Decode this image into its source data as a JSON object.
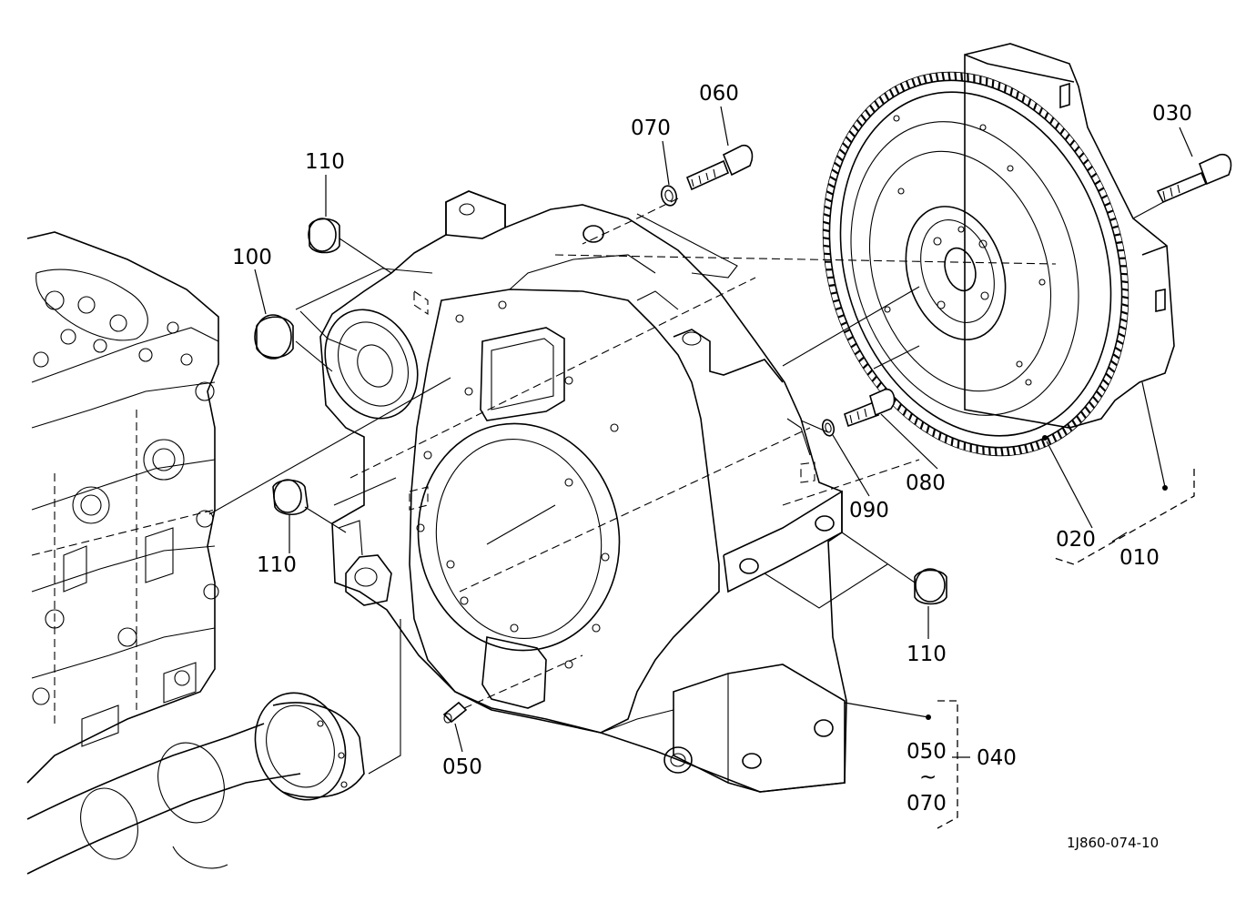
{
  "labels": {
    "p010": "010",
    "p020": "020",
    "p030": "030",
    "p040": "040",
    "p050_pin": "050",
    "p050_range": "050",
    "p060": "060",
    "p070_washer": "070",
    "p070_range": "070",
    "p080": "080",
    "p090": "090",
    "p100": "100",
    "p110_top": "110",
    "p110_left": "110",
    "p110_right": "110",
    "range_sep": "~"
  },
  "drawing_ref": "1J860-074-10"
}
